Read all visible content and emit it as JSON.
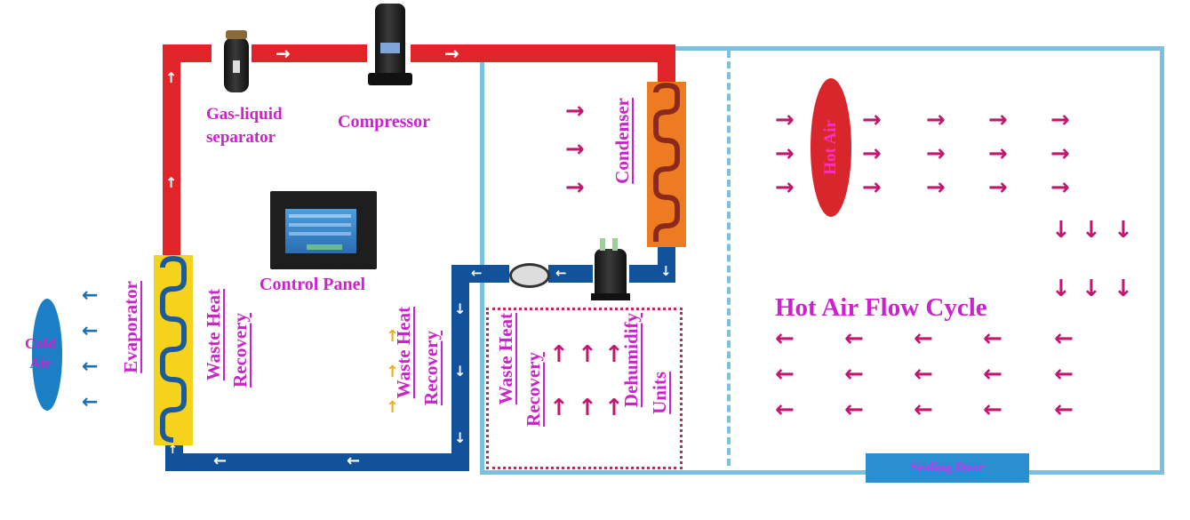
{
  "title": "Heat pump dryer hot air flow cycle diagram",
  "colors": {
    "label": "#cc22cc",
    "hot_pipe": "#e0242a",
    "cold_pipe": "#11529a",
    "room_wall": "#7cc0e0",
    "air_arrow": "#c0186e",
    "evaporator": "#f5d21c",
    "condenser": "#ee7a22",
    "hot_air": "#d8262c",
    "cold_air": "#1a7fc4",
    "sealing_door": "#2a8fd0"
  },
  "components": {
    "gas_liquid_separator": "Gas-liquid\nseparator",
    "gas_liquid_separator_line1": "Gas-liquid",
    "gas_liquid_separator_line2": "separator",
    "compressor": "Compressor",
    "control_panel": "Control Panel",
    "condenser": "Condenser",
    "evaporator": "Evaporator"
  },
  "labels": {
    "cold_air": "Cold Air",
    "cold_air_line1": "Cold",
    "cold_air_line2": "Air",
    "hot_air": "Hot Air",
    "waste_heat_recovery_1_line1": "Waste Heat",
    "waste_heat_recovery_1_line2": "Recovery",
    "waste_heat_recovery_2_line1": "Waste Heat",
    "waste_heat_recovery_2_line2": "Recovery",
    "waste_heat_recovery_3_line1": "Waste Heat",
    "waste_heat_recovery_3_line2": "Recovery",
    "dehumidify_line1": "Dehumidify",
    "dehumidify_line2": "Units",
    "hot_air_flow_cycle": "Hot Air Flow Cycle",
    "sealing_door": "Sealing Door"
  },
  "glyphs": {
    "right": "→",
    "left": "←",
    "up": "↑",
    "down": "↓"
  }
}
